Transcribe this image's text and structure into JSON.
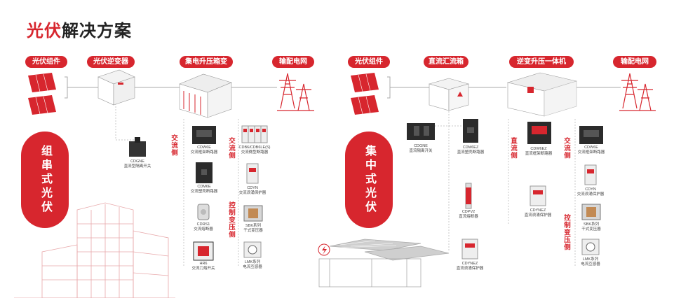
{
  "title": {
    "part1": "光伏",
    "part2": "解决方案"
  },
  "left": {
    "steps": [
      "光伏组件",
      "光伏逆变器",
      "集电升压箱变",
      "输配电网"
    ],
    "scheme": "组串式光伏",
    "side_ac_1": "交流侧",
    "side_ac_2": "交流侧",
    "side_ctrl": "控制变压侧",
    "products": {
      "cdgne_inv": {
        "name": "CDGNE",
        "desc": "直流型隔离开关"
      },
      "cdw6e": {
        "name": "CDW6E",
        "desc": "交流框架断路器"
      },
      "cdm6e": {
        "name": "CDM6E",
        "desc": "交流塑壳断路器"
      },
      "cdrs1": {
        "name": "CDRS1",
        "desc": "交流熔断器"
      },
      "hr6": {
        "name": "HR6",
        "desc": "交流刀熔开关"
      },
      "cdb": {
        "name": "CDB6/CDB6LE(S)",
        "desc": "交流微型断路器"
      },
      "cdyn": {
        "name": "CDYN",
        "desc": "交流浪涌保护器"
      },
      "sbk": {
        "name": "SBK系列",
        "desc": "干式变压器"
      },
      "lmk": {
        "name": "LMK系列",
        "desc": "电流互感器"
      }
    }
  },
  "right": {
    "steps": [
      "光伏组件",
      "直流汇流箱",
      "逆变升压一体机",
      "输配电网"
    ],
    "scheme": "集中式光伏",
    "side_dc": "直流侧",
    "side_ac": "交流侧",
    "side_ctrl": "控制变压侧",
    "products": {
      "cdgne": {
        "name": "CDGNE",
        "desc": "直流隔离开关"
      },
      "cdm6ez": {
        "name": "CDM6EZ",
        "desc": "直流塑壳断路器"
      },
      "cdpv2": {
        "name": "CDPV2",
        "desc": "直流熔断器"
      },
      "cdyne_sum": {
        "name": "CDYNEZ",
        "desc": "直流浪涌保护器"
      },
      "cdw6ez": {
        "name": "CDW6EZ",
        "desc": "直流框架断路器"
      },
      "cdynez": {
        "name": "CDYNEZ",
        "desc": "直流浪涌保护器"
      },
      "cdw6e": {
        "name": "CDW6E",
        "desc": "交流框架断路器"
      },
      "cdyn": {
        "name": "CDYN",
        "desc": "交流浪涌保护器"
      },
      "sbk": {
        "name": "SBK系列",
        "desc": "干式变压器"
      },
      "lmk": {
        "name": "LMK系列",
        "desc": "电流互感器"
      }
    }
  },
  "colors": {
    "accent": "#d7262e",
    "line": "#bbbbbb",
    "dark": "#333333"
  }
}
